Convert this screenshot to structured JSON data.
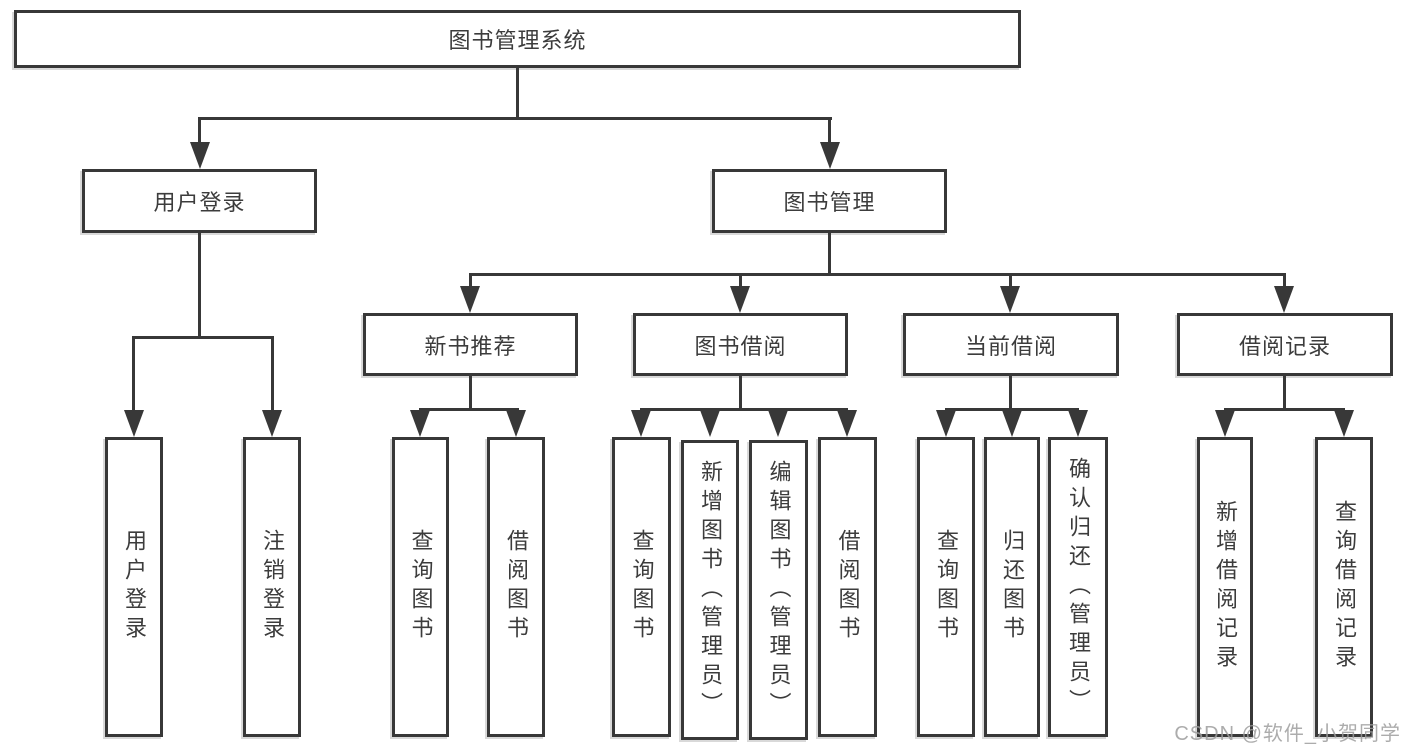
{
  "diagram": {
    "root": {
      "label": "图书管理系统"
    },
    "branches": [
      {
        "label": "用户登录",
        "children": [
          {
            "label": "用户登录"
          },
          {
            "label": "注销登录"
          }
        ]
      },
      {
        "label": "图书管理",
        "modules": [
          {
            "label": "新书推荐",
            "children": [
              {
                "label": "查询图书"
              },
              {
                "label": "借阅图书"
              }
            ]
          },
          {
            "label": "图书借阅",
            "children": [
              {
                "label": "查询图书"
              },
              {
                "label": "新增图书（管理员）"
              },
              {
                "label": "编辑图书（管理员）"
              },
              {
                "label": "借阅图书"
              }
            ]
          },
          {
            "label": "当前借阅",
            "children": [
              {
                "label": "查询图书"
              },
              {
                "label": "归还图书"
              },
              {
                "label": "确认归还（管理员）"
              }
            ]
          },
          {
            "label": "借阅记录",
            "children": [
              {
                "label": "新增借阅记录"
              },
              {
                "label": "查询借阅记录"
              }
            ]
          }
        ]
      }
    ],
    "watermark": "CSDN @软件_小贺同学"
  },
  "colors": {
    "line": "#383838",
    "text": "#3c3c3c",
    "background": "#ffffff",
    "watermark": "#9e9e9e"
  }
}
